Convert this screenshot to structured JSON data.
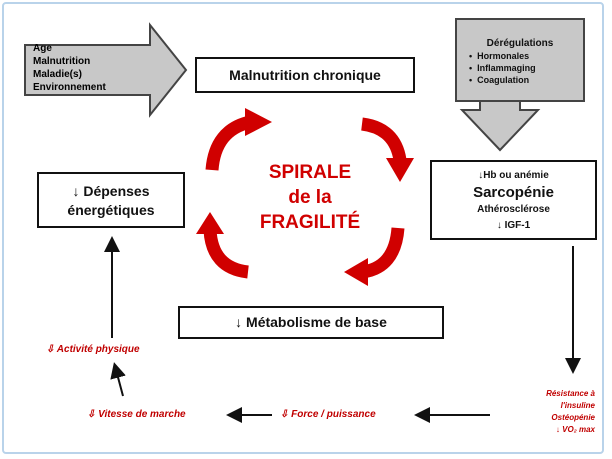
{
  "left_factors": [
    "Age",
    "Malnutrition",
    "Maladie(s)",
    "Environnement"
  ],
  "dysregulation": {
    "title": "Dérégulations",
    "items": [
      "Hormonales",
      "Inflammaging",
      "Coagulation"
    ]
  },
  "malnutrition": "Malnutrition chronique",
  "center": {
    "line1": "SPIRALE",
    "line2": "de la",
    "line3": "FRAGILITÉ"
  },
  "sarcopenia": {
    "line1": "↓Hb ou anémie",
    "title": "Sarcopénie",
    "line3": "Athérosclérose",
    "line4": "↓ IGF-1"
  },
  "depenses": {
    "line1": "↓ Dépenses",
    "line2": "énergétiques"
  },
  "metabolisme": "↓ Métabolisme de base",
  "resistance": [
    "Résistance à",
    "l'insuline",
    "Ostéopénie",
    "↓ VO₂ max"
  ],
  "force": "⇩ Force / puissance",
  "vitesse": "⇩ Vitesse de marche",
  "activite": "⇩ Activité physique",
  "colors": {
    "red": "#c00000",
    "grey": "#c8c8c8"
  }
}
